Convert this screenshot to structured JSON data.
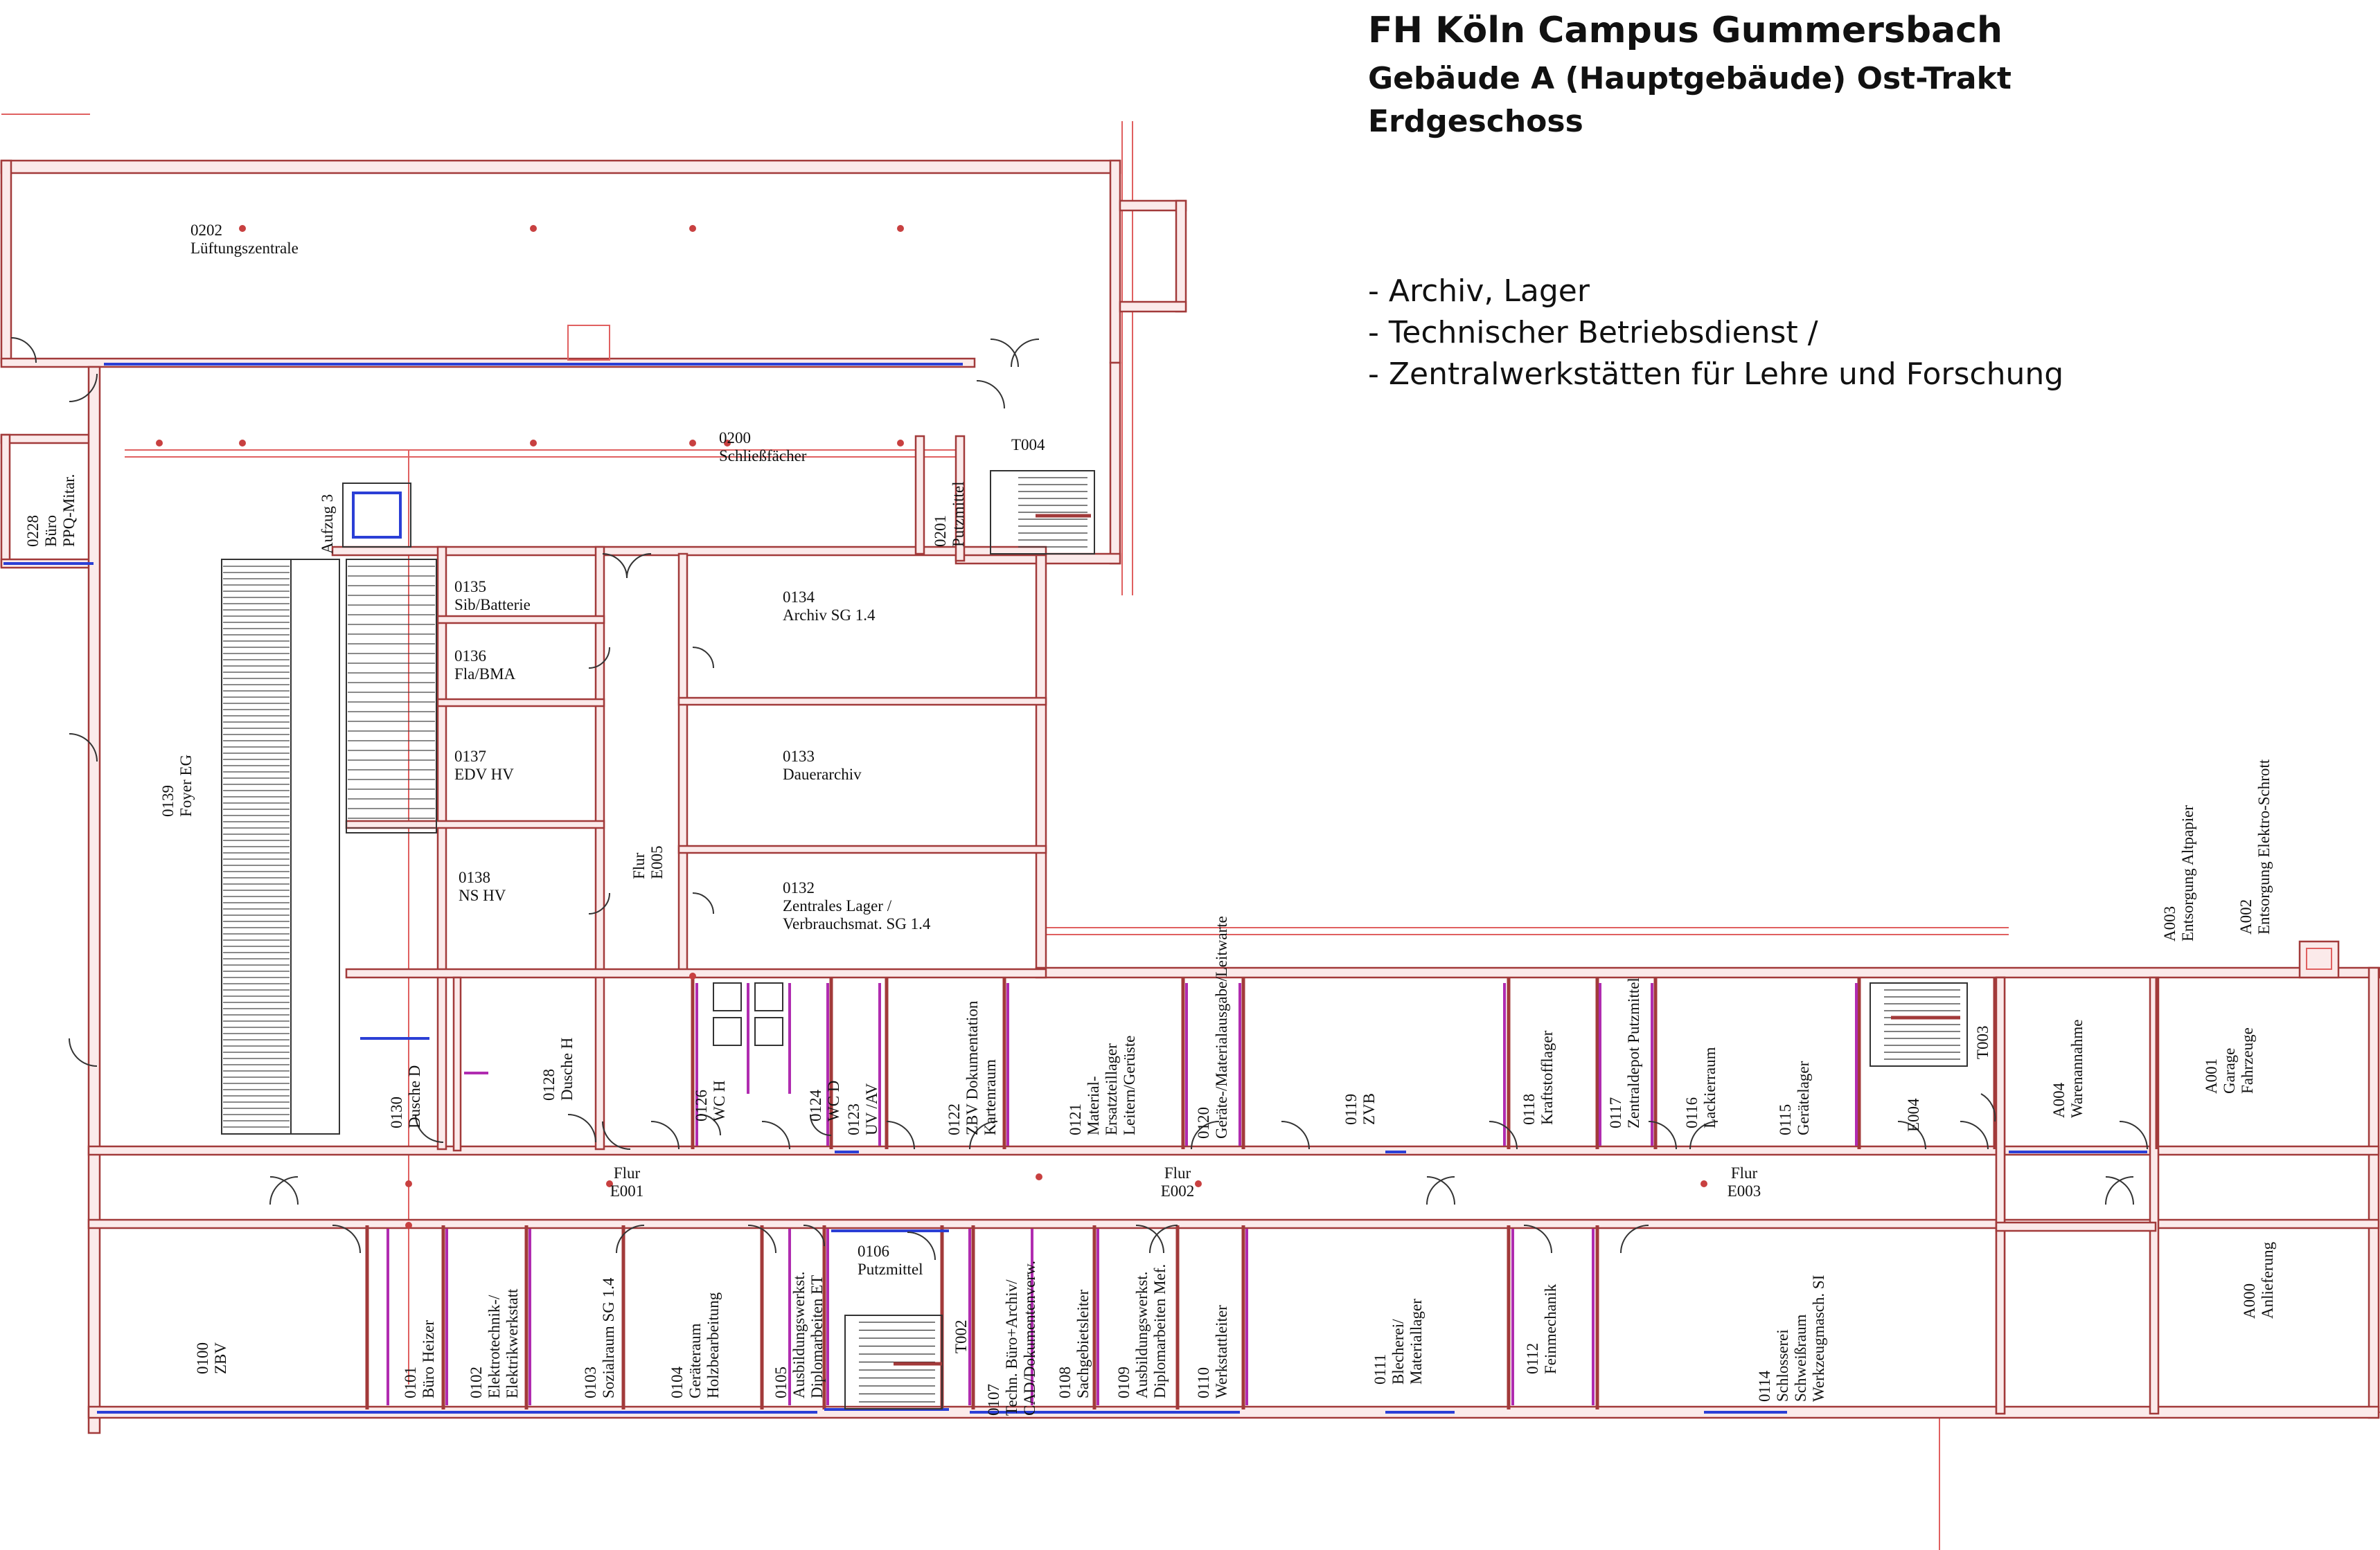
{
  "header": {
    "title": "FH Köln Campus Gummersbach",
    "subtitle": "Gebäude A (Hauptgebäude) Ost-Trakt",
    "floor": "Erdgeschoss"
  },
  "functions": [
    "- Archiv, Lager",
    "- Technischer Betriebsdienst /",
    "- Zentralwerkstätten für Lehre und Forschung"
  ],
  "rooms": [
    {
      "id": "0202",
      "name": "Lüftungszentrale"
    },
    {
      "id": "0200",
      "name": "Schließfächer"
    },
    {
      "id": "0228",
      "name": "Büro",
      "name2": "PPQ-Mitar."
    },
    {
      "id": "Aufzug 3",
      "name": ""
    },
    {
      "id": "T004",
      "name": ""
    },
    {
      "id": "0201",
      "name": "Putzmittel"
    },
    {
      "id": "0135",
      "name": "Sib/Batterie"
    },
    {
      "id": "0136",
      "name": "Fla/BMA"
    },
    {
      "id": "0137",
      "name": "EDV HV"
    },
    {
      "id": "0138",
      "name": "NS HV"
    },
    {
      "id": "0134",
      "name": "Archiv SG 1.4"
    },
    {
      "id": "0133",
      "name": "Dauerarchiv"
    },
    {
      "id": "0132",
      "name": "Zentrales Lager /",
      "name2": "Verbrauchsmat. SG 1.4"
    },
    {
      "id": "0139",
      "name": "Foyer EG"
    },
    {
      "id": "Flur",
      "name": "E005"
    },
    {
      "id": "0130",
      "name": "Dusche D"
    },
    {
      "id": "0128",
      "name": "Dusche H"
    },
    {
      "id": "0126",
      "name": "WC H"
    },
    {
      "id": "0124",
      "name": "WC D"
    },
    {
      "id": "0123",
      "name": "UV /AV"
    },
    {
      "id": "0122",
      "name": "ZBV Dokumentation",
      "name2": "Kartenraum"
    },
    {
      "id": "0121",
      "name": "Material-",
      "name2": "Ersatzteillager",
      "name3": "Leitern/Gerüste"
    },
    {
      "id": "0120",
      "name": "Geräte-/Materialausgabe/Leitwarte"
    },
    {
      "id": "0119",
      "name": "ZVB"
    },
    {
      "id": "0118",
      "name": "Kraftstofflager"
    },
    {
      "id": "0117",
      "name": "Zentraldepot Putzmittel"
    },
    {
      "id": "0116",
      "name": "Lackierraum"
    },
    {
      "id": "0115",
      "name": "Gerätelager"
    },
    {
      "id": "E004",
      "name": ""
    },
    {
      "id": "T003",
      "name": ""
    },
    {
      "id": "A004",
      "name": "Warenannahme"
    },
    {
      "id": "A001",
      "name": "Garage",
      "name2": "Fahrzeuge"
    },
    {
      "id": "A003",
      "name": "Entsorgung Altpapier"
    },
    {
      "id": "A002",
      "name": "Entsorgung Elektro-Schrott"
    },
    {
      "id": "A000",
      "name": "Anlieferung"
    },
    {
      "id": "Flur",
      "name": "E001"
    },
    {
      "id": "Flur",
      "name": "E002"
    },
    {
      "id": "Flur",
      "name": "E003"
    },
    {
      "id": "0100",
      "name": "ZBV"
    },
    {
      "id": "0101",
      "name": "Büro Heizer"
    },
    {
      "id": "0102",
      "name": "Elektrotechnik-/",
      "name2": "Elektrikwerkstatt"
    },
    {
      "id": "0103",
      "name": "Sozialraum SG 1.4"
    },
    {
      "id": "0104",
      "name": "Geräteraum",
      "name2": "Holzbearbeitung"
    },
    {
      "id": "0105",
      "name": "Ausbildungswerkst.",
      "name2": "Diplomarbeiten ET"
    },
    {
      "id": "0106",
      "name": "Putzmittel"
    },
    {
      "id": "T002",
      "name": ""
    },
    {
      "id": "0107",
      "name": "Techn. Büro+Archiv/",
      "name2": "CAD/Dokumentenverw."
    },
    {
      "id": "0108",
      "name": "Sachgebietsleiter"
    },
    {
      "id": "0109",
      "name": "Ausbildungswerkst.",
      "name2": "Diplomarbeiten Mef."
    },
    {
      "id": "0110",
      "name": "Werkstattleiter"
    },
    {
      "id": "0111",
      "name": "Blecherei/",
      "name2": "Materiallager"
    },
    {
      "id": "0112",
      "name": "Feinmechanik"
    },
    {
      "id": "0114",
      "name": "Schlosserei",
      "name2": "Schweißraum",
      "name3": "Werkzeugmasch. SI"
    }
  ]
}
